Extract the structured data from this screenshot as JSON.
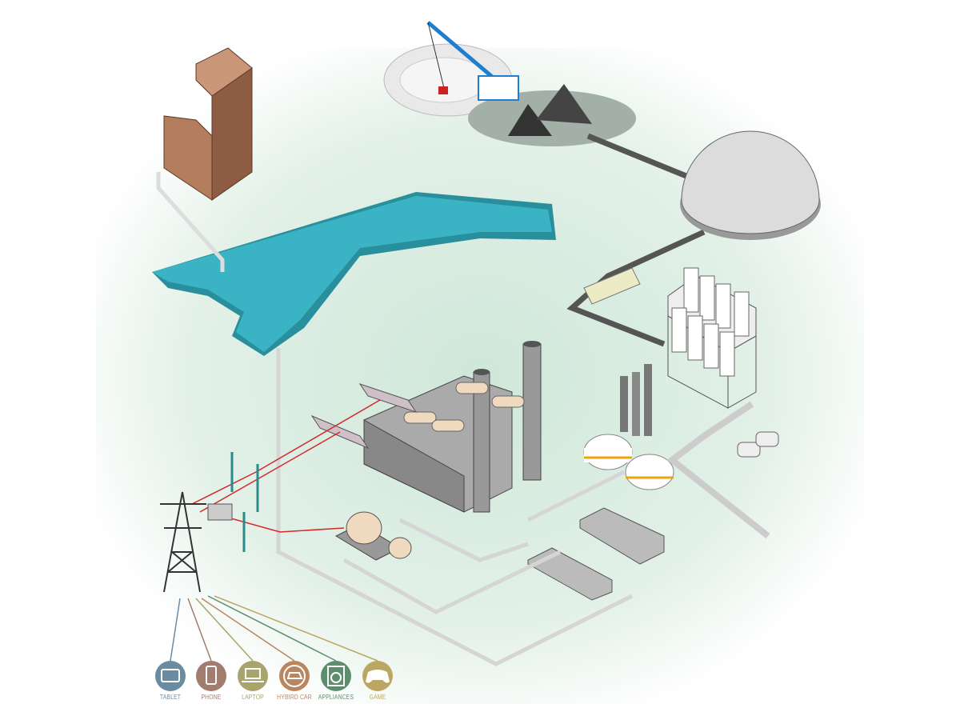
{
  "devices": [
    {
      "label": "TABLET",
      "icon": "tablet-icon",
      "color": "#6b8ba3"
    },
    {
      "label": "PHONE",
      "icon": "phone-icon",
      "color": "#a27c6e"
    },
    {
      "label": "LAPTOP",
      "icon": "laptop-icon",
      "color": "#a9a46c"
    },
    {
      "label": "HYBIRD CAR",
      "icon": "hybrid-car-icon",
      "color": "#b98660"
    },
    {
      "label": "APPLIANCES",
      "icon": "washing-machine-icon",
      "color": "#5e8d6e"
    },
    {
      "label": "GAME",
      "icon": "gamepad-icon",
      "color": "#bca664"
    }
  ],
  "colors": {
    "water": "#3ab4c5",
    "ground": "#d6ebdf",
    "power_line": "#d42a2a",
    "pipe": "#e6e6e6"
  }
}
